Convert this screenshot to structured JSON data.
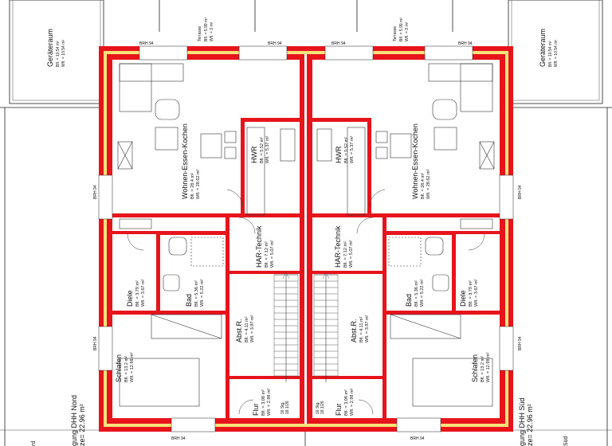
{
  "plan": {
    "left_unit": {
      "geraeteraum": {
        "name": "Geräteraum",
        "bfl": "Bfl. = 10.54 m²",
        "wfl": "Wfl. = 10.54 m²"
      },
      "terrasse": {
        "name": "Terrasse",
        "bfl": "Bfl. = 5.99 m²",
        "wfl": "Wfl. = 3 m²"
      },
      "wohnen": {
        "name": "Wohnen-Essen-Kochen",
        "bfl": "Bfl. = 28.4 m²",
        "wfl": "Wfl. = 28.62 m²"
      },
      "hwr": {
        "name": "HWR",
        "bfl": "Bfl. = 5.52 m²",
        "wfl": "Wfl. = 5.37 m²"
      },
      "har": {
        "name": "HAR-Technik",
        "bfl": "Bfl. = 7.12 m²",
        "wfl": "Wfl. = 5.07 m²"
      },
      "bad": {
        "name": "Bad",
        "bfl": "Bfl. = 5.36 m²",
        "wfl": "Wfl. = 5.22 m²"
      },
      "diele": {
        "name": "Diele",
        "bfl": "Bfl. = 3.79 m²",
        "wfl": "Wfl. = 3.67 m²"
      },
      "abst": {
        "name": "Abst.R.",
        "bfl": "Bfl. = 4.11 m²",
        "wfl": "Wfl. = 3.97 m²"
      },
      "schlafen": {
        "name": "Schlafen",
        "bfl": "Bfl. = 13.2 m²",
        "wfl": "Wfl. = 12.98 m²"
      },
      "flur": {
        "name": "Flur",
        "bfl": "Bfl. = 3.08 m²",
        "wfl": "Wfl. = 2.98 m²"
      },
      "stair": {
        "steps": "16 Stg.",
        "dim": "18.1/26"
      },
      "unit_label": "gung DHH Nord",
      "unit_area": "ze= 22.96 m²"
    },
    "right_unit": {
      "geraeteraum": {
        "name": "Geräteraum",
        "bfl": "Bfl. = 10.54 m²",
        "wfl": "Wfl. = 10.54 m²"
      },
      "terrasse": {
        "name": "Terrasse",
        "bfl": "Bfl. = 5.99 m²",
        "wfl": "Wfl. = 3 m²"
      },
      "wohnen": {
        "name": "Wohnen-Essen-Kochen",
        "bfl": "Bfl. = 28.4 m²",
        "wfl": "Wfl. = 28.62 m²"
      },
      "hwr": {
        "name": "HWR",
        "bfl": "Bfl. = 5.52 m²",
        "wfl": "Wfl. = 5.37 m²"
      },
      "har": {
        "name": "HAR-Technik",
        "bfl": "Bfl. = 7.12 m²",
        "wfl": "Wfl. = 5.07 m²"
      },
      "bad": {
        "name": "Bad",
        "bfl": "Bfl. = 5.36 m²",
        "wfl": "Wfl. = 5.22 m²"
      },
      "diele": {
        "name": "Diele",
        "bfl": "Bfl. = 3.79 m²",
        "wfl": "Wfl. = 3.67 m²"
      },
      "abst": {
        "name": "Abst.R.",
        "bfl": "Bfl. = 4.11 m²",
        "wfl": "Wfl. = 3.97 m²"
      },
      "schlafen": {
        "name": "Schlafen",
        "bfl": "Bfl. = 13.2 m²",
        "wfl": "Wfl. = 12.98 m²"
      },
      "flur": {
        "name": "Flur",
        "bfl": "Bfl. = 3.08 m²",
        "wfl": "Wfl. = 2.98 m²"
      },
      "stair": {
        "steps": "16 Stg.",
        "dim": "18.1/26"
      },
      "unit_label": "gung DHH Süd",
      "unit_area": "ze= 22.96 m²"
    },
    "brh": "BRH 94",
    "edge_left": "rd",
    "edge_right": "Süd"
  },
  "colors": {
    "wall": "#e8141c",
    "insulation": "#f6e27a",
    "line": "#222222",
    "bg": "#ffffff"
  }
}
